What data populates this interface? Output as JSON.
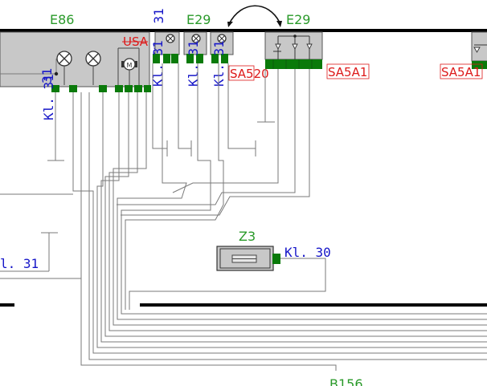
{
  "components": {
    "e86": {
      "name": "E86",
      "mark": "USA"
    },
    "e29_left": {
      "name": "E29",
      "mark": "SA520"
    },
    "e29_right": {
      "name": "E29",
      "mark": "SA5A1"
    },
    "sa5a1_edge": {
      "mark": "SA5A1"
    },
    "z3": {
      "name": "Z3"
    },
    "b156": {
      "name": "B156"
    }
  },
  "terminals": {
    "e86_pin": "31",
    "kl31_left": "Kl. 31",
    "kl31_mid": "Kl. 31",
    "kl31_a": "Kl. 31",
    "kl31_b": "Kl. 31",
    "kl31_c": "Kl. 31",
    "kl31_bottom": "l. 31",
    "kl30_z3": "Kl. 30"
  },
  "symbols": {
    "motor": "M"
  },
  "colors": {
    "component_label": "#2a9a2a",
    "terminal_label": "#1515c8",
    "mark_label": "#dd1a1a",
    "connector": "#0a7a0a",
    "wire": "#7a7a7a"
  }
}
